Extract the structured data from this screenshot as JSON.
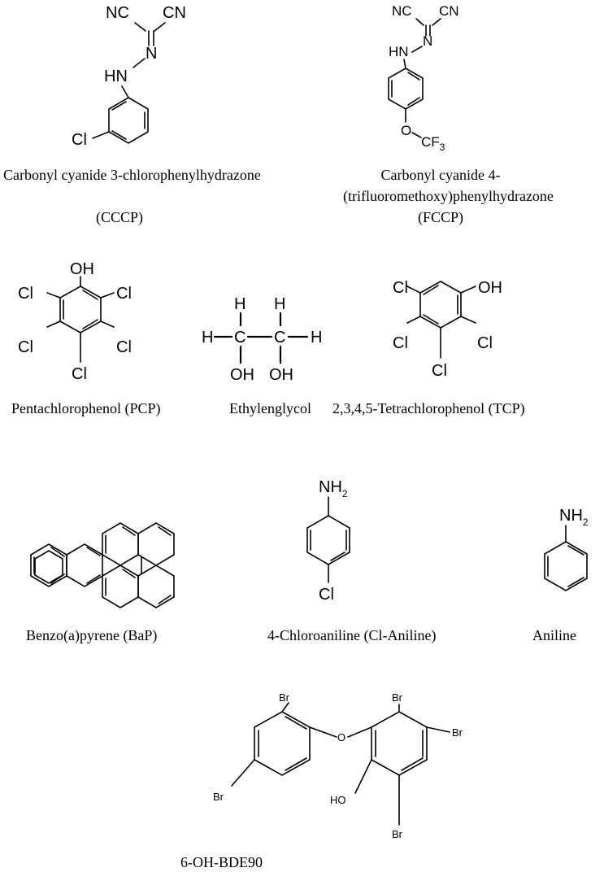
{
  "compounds": [
    {
      "id": "cccp",
      "name": "Carbonyl cyanide 3-chlorophenylhydrazone",
      "abbr": "(CCCP)",
      "atoms": {
        "cn1": "NC",
        "cn2": "CN",
        "n": "N",
        "hn": "HN",
        "cl": "Cl"
      }
    },
    {
      "id": "fccp",
      "name_line1": "Carbonyl cyanide 4-",
      "name_line2": "(trifluoromethoxy)phenylhydrazone",
      "abbr": "(FCCP)",
      "atoms": {
        "cn1": "NC",
        "cn2": "CN",
        "n": "N",
        "hn": "HN",
        "o": "O",
        "cf": "CF",
        "cf_sub": "3"
      }
    },
    {
      "id": "pcp",
      "name": "Pentachlorophenol (PCP)",
      "atoms": {
        "oh": "OH",
        "cl": "Cl"
      }
    },
    {
      "id": "eg",
      "name": "Ethylenglycol",
      "atoms": {
        "h": "H",
        "c": "C",
        "oh": "OH"
      }
    },
    {
      "id": "tcp",
      "name": "2,3,4,5-Tetrachlorophenol (TCP)",
      "atoms": {
        "oh": "OH",
        "cl": "Cl"
      }
    },
    {
      "id": "bap",
      "name": "Benzo(a)pyrene (BaP)"
    },
    {
      "id": "clan",
      "name": "4-Chloroaniline (Cl-Aniline)",
      "atoms": {
        "nh": "NH",
        "nh_sub": "2",
        "cl": "Cl"
      }
    },
    {
      "id": "an",
      "name": "Aniline",
      "atoms": {
        "nh": "NH",
        "nh_sub": "2"
      }
    },
    {
      "id": "bde",
      "name": "6-OH-BDE90",
      "atoms": {
        "br": "Br",
        "o": "O",
        "ho": "HO"
      }
    }
  ]
}
